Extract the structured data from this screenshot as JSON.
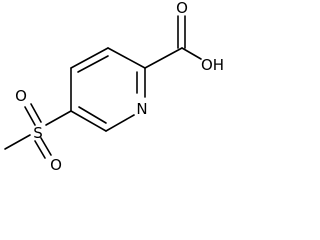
{
  "molecule": {
    "atoms": {
      "carbonyl_oxygen": "O",
      "hydroxyl": "OH",
      "ring_nitrogen": "N",
      "sulfur": "S",
      "sulfonyl_oxygen_upper": "O",
      "sulfonyl_oxygen_lower": "O"
    }
  }
}
